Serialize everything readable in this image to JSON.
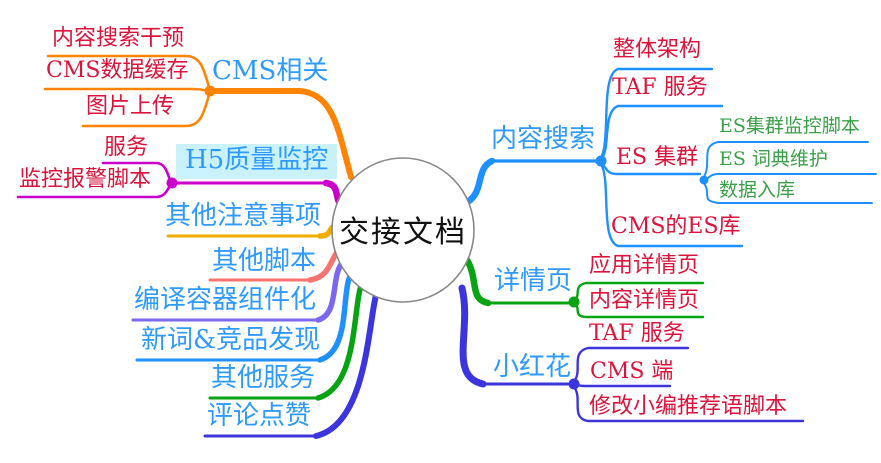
{
  "mindmap": {
    "root": {
      "label": "交接文档"
    },
    "colors": {
      "orange": "#ff8405",
      "magenta": "#cc00cc",
      "gold": "#f0ad00",
      "salmon": "#f8736d",
      "purple": "#7b68ee",
      "light_blue": "#1e90ff",
      "green": "#07a312",
      "royal_blue": "#3c35dd",
      "red_text": "#dc143c",
      "blue_text": "#2e9aff",
      "green_text": "#3aa048",
      "highlight_cyan": "#c9f2fc",
      "circle_border": "#888888"
    },
    "left_branches": [
      {
        "label": "CMS相关",
        "children": [
          {
            "label": "内容搜索干预"
          },
          {
            "label": "CMS数据缓存"
          },
          {
            "label": "图片上传"
          }
        ]
      },
      {
        "label": "H5质量监控",
        "highlighted": true,
        "children": [
          {
            "label": "服务"
          },
          {
            "label": "监控报警脚本"
          }
        ]
      },
      {
        "label": "其他注意事项"
      },
      {
        "label": "其他脚本"
      },
      {
        "label": "编译容器组件化"
      },
      {
        "label": "新词&竞品发现"
      },
      {
        "label": "其他服务"
      },
      {
        "label": "评论点赞"
      }
    ],
    "right_branches": [
      {
        "label": "内容搜索",
        "children": [
          {
            "label": "整体架构"
          },
          {
            "label": "TAF 服务"
          },
          {
            "label": "ES 集群",
            "children": [
              {
                "label": "ES集群监控脚本"
              },
              {
                "label": "ES 词典维护"
              },
              {
                "label": "数据入库"
              }
            ]
          },
          {
            "label": "CMS的ES库"
          }
        ]
      },
      {
        "label": "详情页",
        "children": [
          {
            "label": "应用详情页"
          },
          {
            "label": "内容详情页"
          }
        ]
      },
      {
        "label": "小红花",
        "children": [
          {
            "label": "TAF 服务"
          },
          {
            "label": "CMS 端"
          },
          {
            "label": "修改小编推荐语脚本"
          }
        ]
      }
    ]
  }
}
